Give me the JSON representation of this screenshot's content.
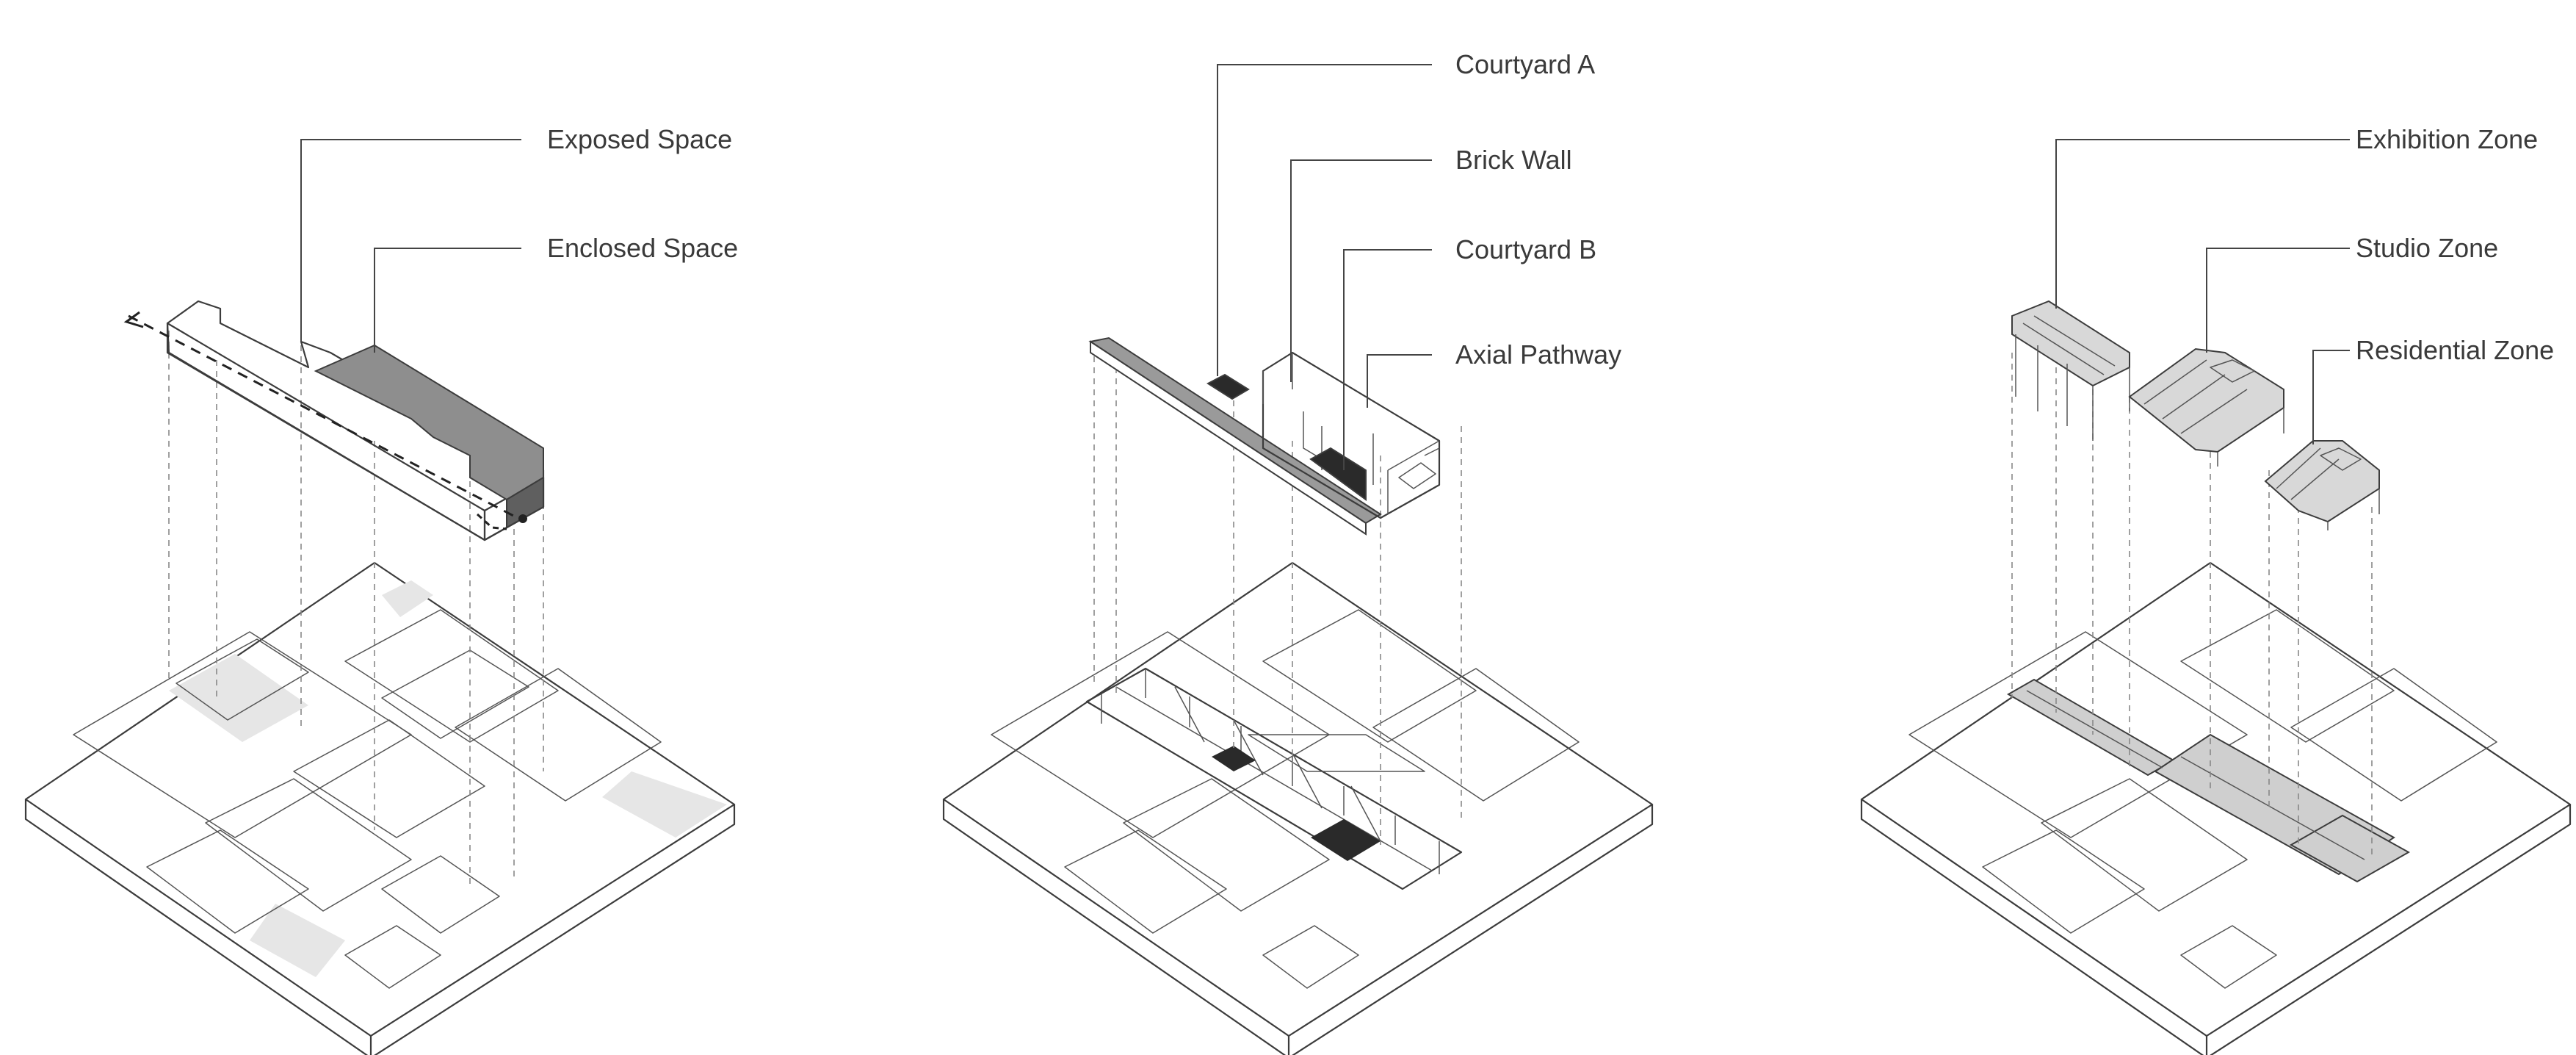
{
  "diagrams": [
    {
      "labels": [
        "Exposed Space",
        "Enclosed Space"
      ]
    },
    {
      "labels": [
        "Courtyard A",
        "Brick Wall",
        "Courtyard B",
        "Axial Pathway"
      ]
    },
    {
      "labels": [
        "Exhibition Zone",
        "Studio Zone",
        "Residential Zone"
      ]
    }
  ],
  "colors": {
    "line": "#3c3c3c",
    "exposed_fill": "#e4e4e4",
    "enclosed_fill": "#8e8e8e",
    "courtyard_fill": "#2a2a2a",
    "base_fill": "#ffffff"
  }
}
